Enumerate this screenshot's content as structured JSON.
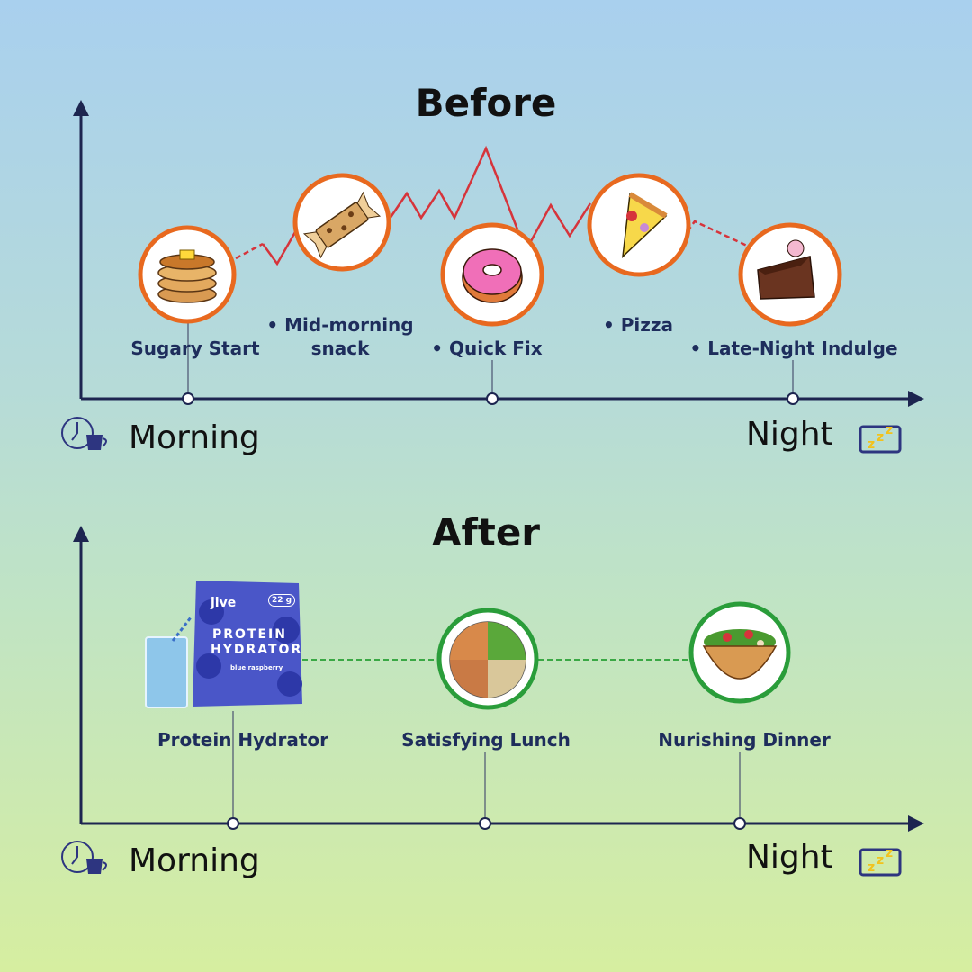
{
  "before": {
    "title": "Before",
    "items": [
      {
        "label": "Sugary Start",
        "icon": "pancakes-icon"
      },
      {
        "label": "• Mid-morning",
        "label2": "snack",
        "icon": "snack-bar-icon"
      },
      {
        "label": "• Quick Fix",
        "icon": "donut-icon"
      },
      {
        "label": "• Pizza",
        "icon": "pizza-icon"
      },
      {
        "label": "• Late-Night Indulge",
        "icon": "cake-icon"
      }
    ],
    "start": "Morning",
    "end": "Night"
  },
  "after": {
    "title": "After",
    "items": [
      {
        "label": "Protein Hydrator",
        "icon": "protein-hydrator-product-icon"
      },
      {
        "label": "Satisfying Lunch",
        "icon": "lunch-plate-icon"
      },
      {
        "label": "Nurishing Dinner",
        "icon": "salad-bowl-icon"
      }
    ],
    "start": "Morning",
    "end": "Night"
  },
  "product": {
    "brand": "jive",
    "line1": "PROTEIN",
    "line2": "HYDRATOR",
    "badge": "22 g",
    "flavor": "blue raspberry"
  },
  "colors": {
    "axis": "#1d2550",
    "spike": "#d6343b",
    "ring_before": "#e8691f",
    "ring_after": "#2a9d3a",
    "dash_after": "#3aa845"
  }
}
